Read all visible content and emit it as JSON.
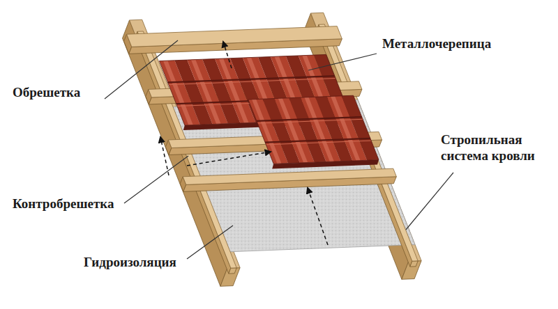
{
  "diagram": {
    "labels": [
      "Обрешетка",
      "Металлочерепица",
      "Контробрешетка",
      "Стропильная система кровли",
      "Гидроизоляция"
    ]
  }
}
